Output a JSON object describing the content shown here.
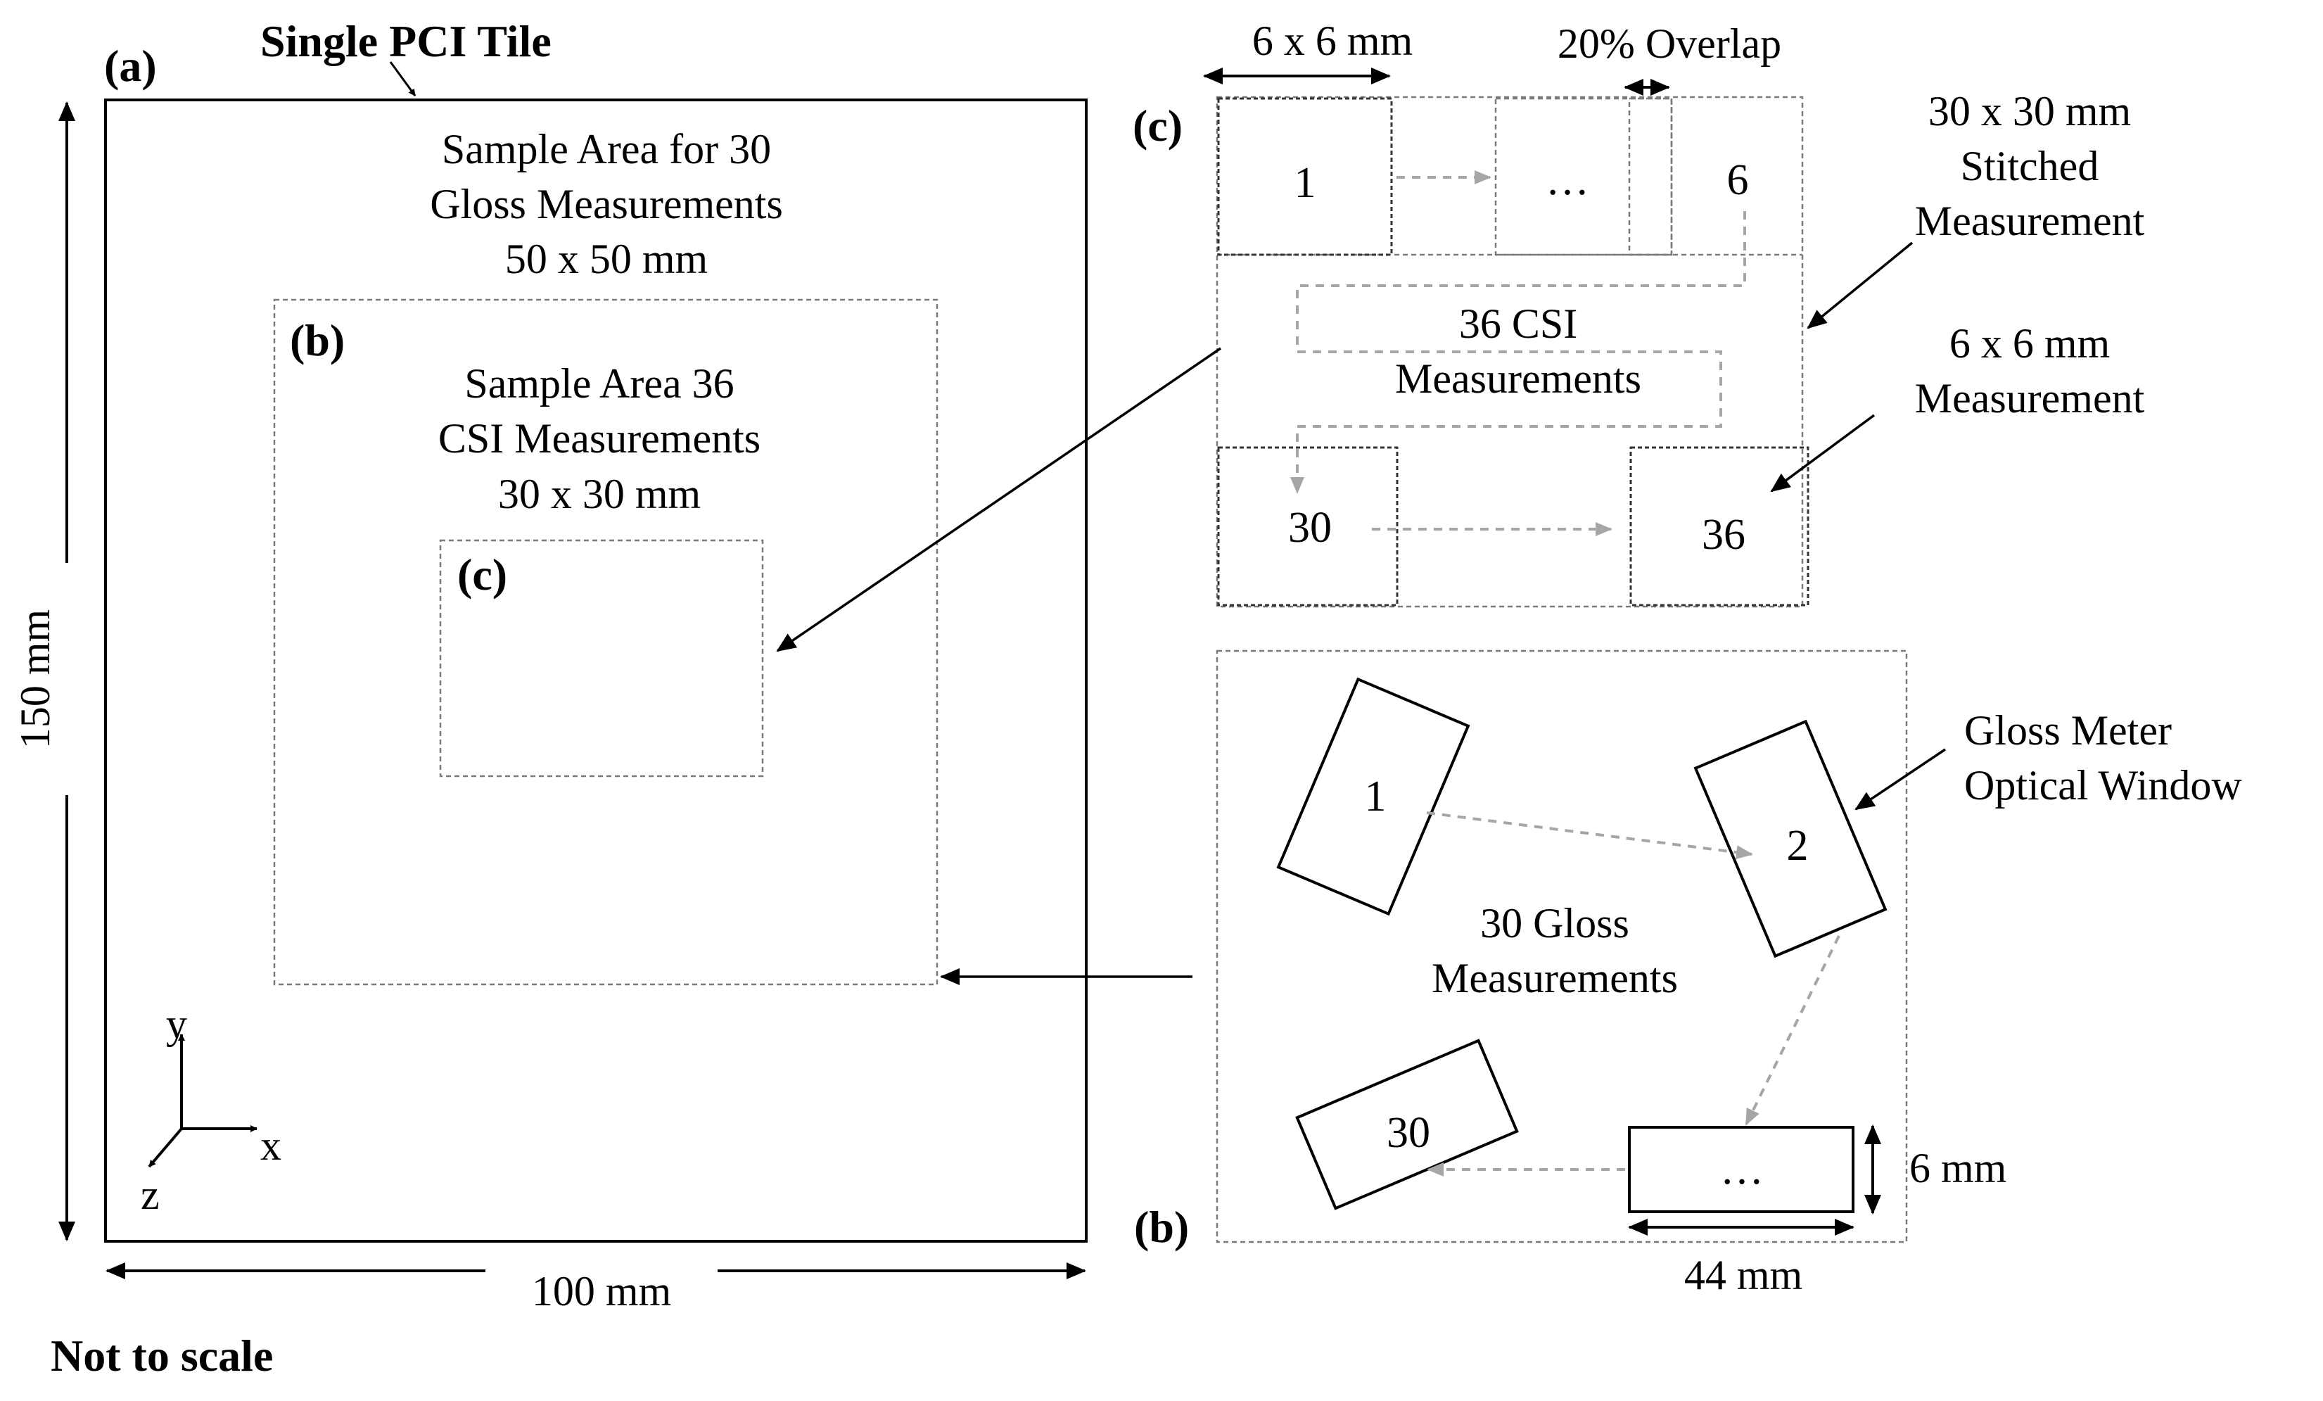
{
  "tile": {
    "title": "Single PCI Tile",
    "label_a": "(a)",
    "height_dim": "150 mm",
    "width_dim": "100 mm",
    "gloss_area": [
      "Sample Area for 30",
      "Gloss Measurements",
      "50 x 50 mm"
    ],
    "csi_area": [
      "Sample Area 36",
      "CSI Measurements",
      "30 x 30 mm"
    ],
    "label_b": "(b)",
    "label_c": "(c)",
    "axes": {
      "x": "x",
      "y": "y",
      "z": "z"
    }
  },
  "panel_c": {
    "label": "(c)",
    "tile_dim": "6 x 6 mm",
    "overlap": "20% Overlap",
    "tiles": [
      "1",
      "…",
      "6",
      "30",
      "36"
    ],
    "center": [
      "36 CSI",
      "Measurements"
    ],
    "stitched_note": [
      "30 x 30 mm",
      "Stitched",
      "Measurement"
    ],
    "measurement_note": [
      "6 x 6 mm",
      "Measurement"
    ]
  },
  "panel_b": {
    "label": "(b)",
    "windows": [
      "1",
      "2",
      "30",
      "…"
    ],
    "center": [
      "30 Gloss",
      "Measurements"
    ],
    "window_note": [
      "Gloss Meter",
      "Optical Window"
    ],
    "height_dim": "6 mm",
    "width_dim": "44 mm"
  },
  "footer": "Not to scale"
}
